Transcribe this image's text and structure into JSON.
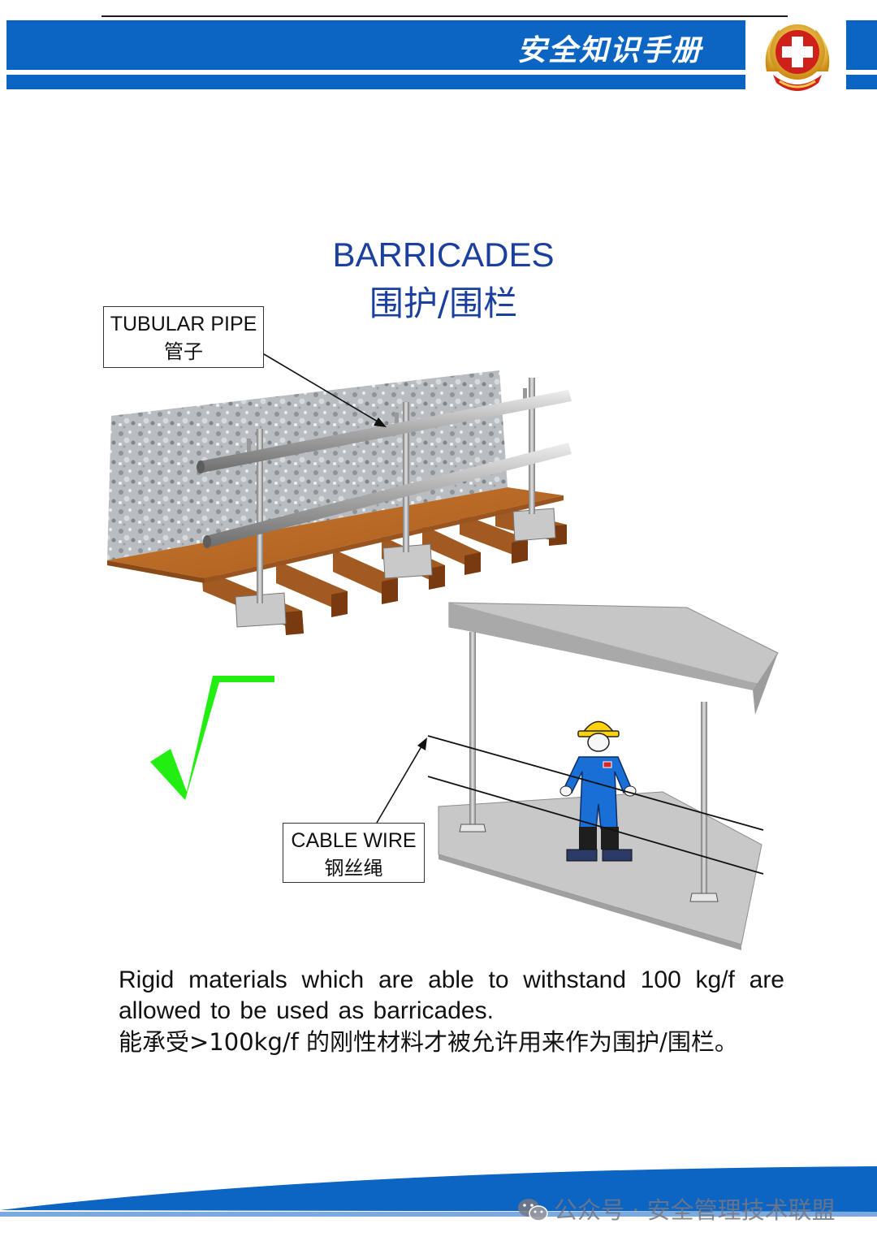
{
  "header": {
    "title": "安全知识手册",
    "emblem_icon": "safety-cross-emblem-icon",
    "bar_color": "#0c65c2"
  },
  "title": {
    "en": "BARRICADES",
    "cn": "围护/围栏",
    "color": "#1a3f9e"
  },
  "callouts": {
    "pipe": {
      "en": "TUBULAR PIPE",
      "cn": "管子"
    },
    "wire": {
      "en": "CABLE WIRE",
      "cn": "钢丝绳"
    }
  },
  "check_mark": {
    "icon": "green-check-icon",
    "color": "#22ee11"
  },
  "description": {
    "en": "Rigid materials which are able to withstand 100 kg/f are allowed to be used as barricades.",
    "cn": "能承受>100kg/f 的刚性材料才被允许用来作为围护/围栏。"
  },
  "watermark": {
    "icon": "wechat-icon",
    "text": "公众号 · 安全管理技术联盟"
  }
}
